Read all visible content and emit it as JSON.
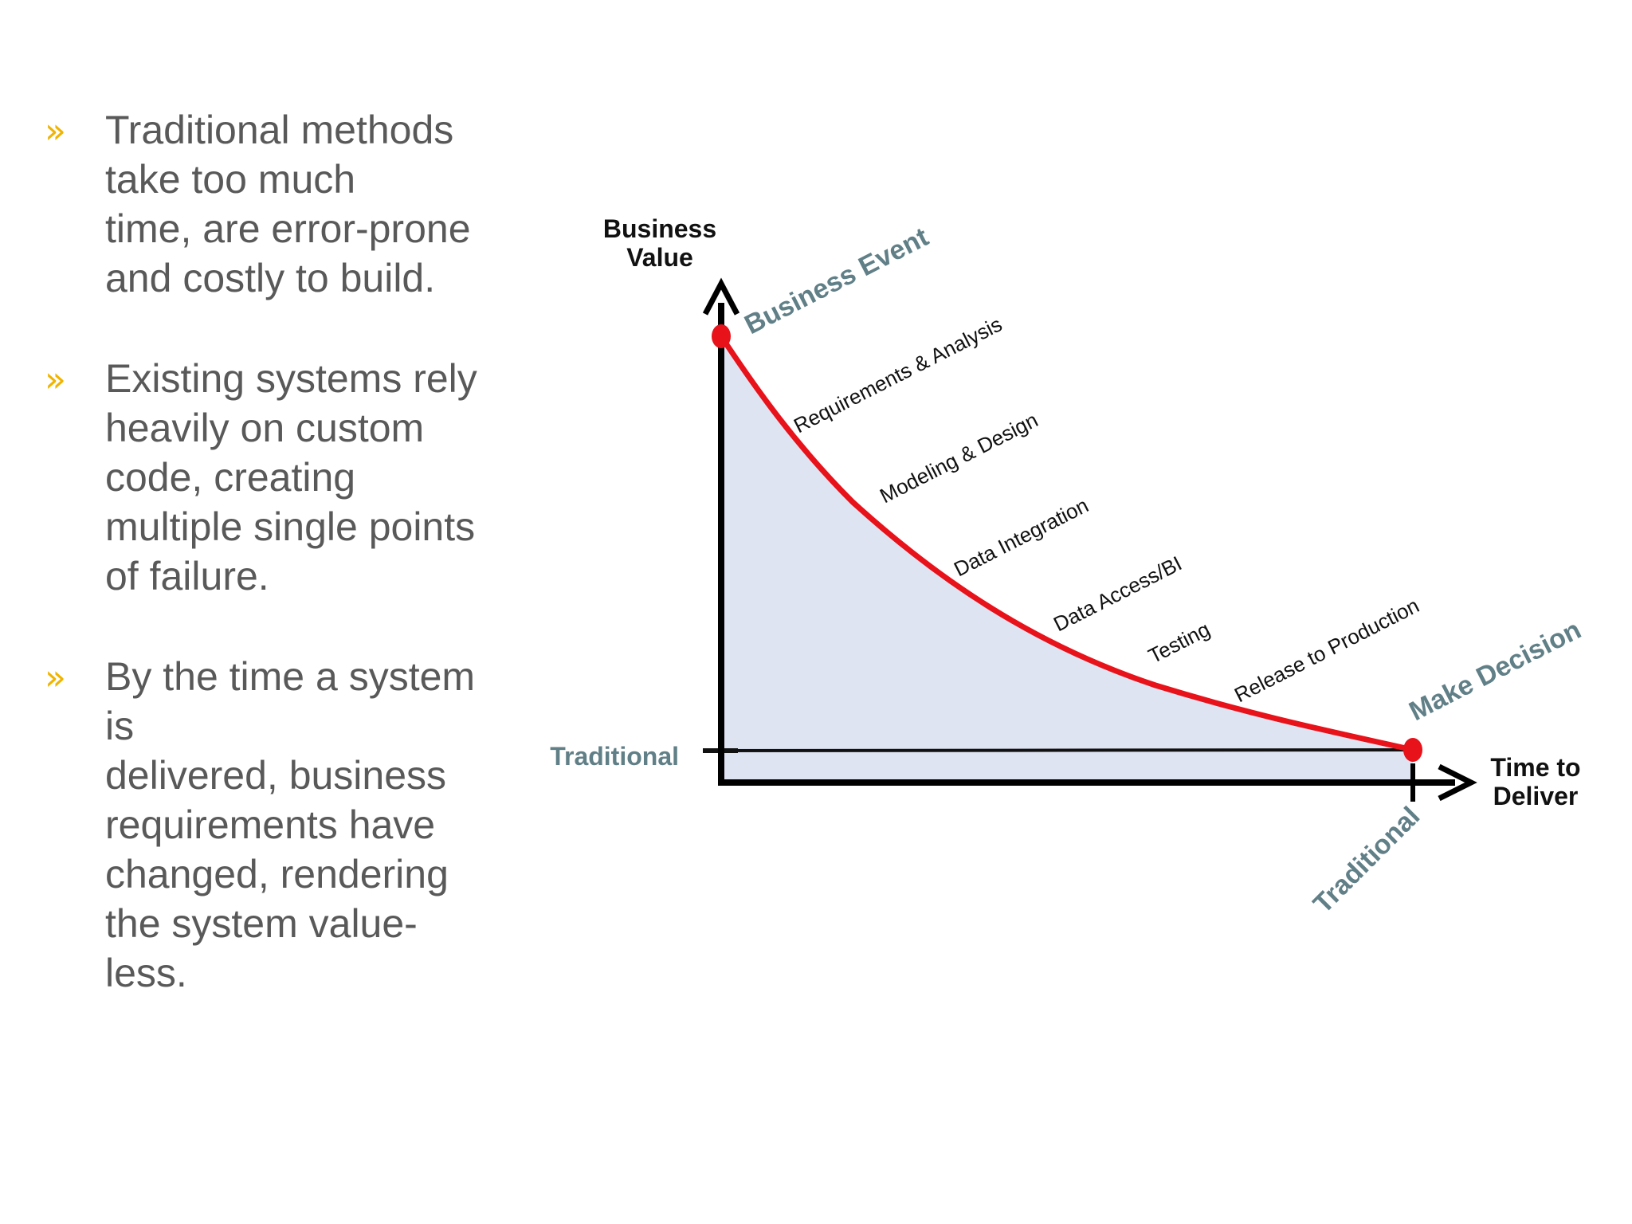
{
  "bullets": [
    {
      "marker": "»",
      "text": "Traditional methods\ntake too much\ntime, are error-prone\nand costly to build."
    },
    {
      "marker": "»",
      "text": "Existing systems rely\nheavily on custom\ncode, creating\nmultiple single points\nof failure."
    },
    {
      "marker": "»",
      "text": "By the time a system\nis\ndelivered, business\nrequirements have\nchanged, rendering\nthe system value-\nless."
    }
  ],
  "diagram": {
    "y_axis_label_line1": "Business",
    "y_axis_label_line2": "Value",
    "x_axis_label_line1": "Time to",
    "x_axis_label_line2": "Deliver",
    "start_label": "Business Event",
    "end_label": "Make Decision",
    "y_tick_label": "Traditional",
    "x_tick_label": "Traditional",
    "phases": [
      "Requirements & Analysis",
      "Modeling & Design",
      "Data Integration",
      "Data Access/BI",
      "Testing",
      "Release to Production"
    ],
    "colors": {
      "curve": "#e8121a",
      "fill": "#dfe4f3",
      "axis": "#000000",
      "accent_label": "#607f87",
      "bullet_marker": "#f0b400",
      "body_text": "#595959"
    }
  }
}
